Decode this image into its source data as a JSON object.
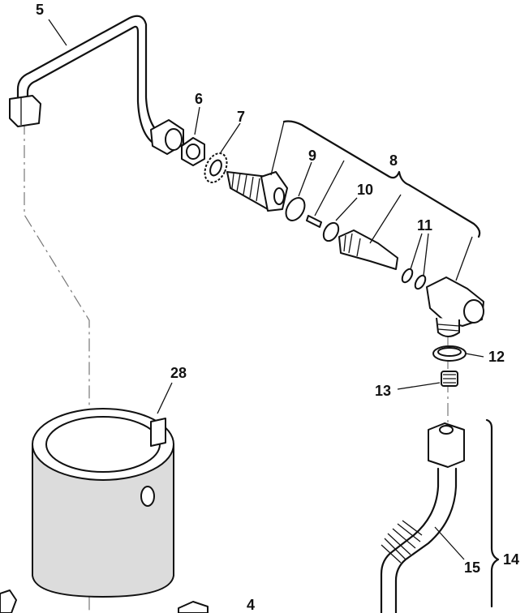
{
  "labels": {
    "l5": "5",
    "l6": "6",
    "l7": "7",
    "l8": "8",
    "l9": "9",
    "l10": "10",
    "l11": "11",
    "l12": "12",
    "l13": "13",
    "l14": "14",
    "l15": "15",
    "l28": "28",
    "l4": "4"
  },
  "colors": {
    "line": "#111111",
    "fill_grey": "#dcdcdc",
    "background": "#ffffff"
  }
}
